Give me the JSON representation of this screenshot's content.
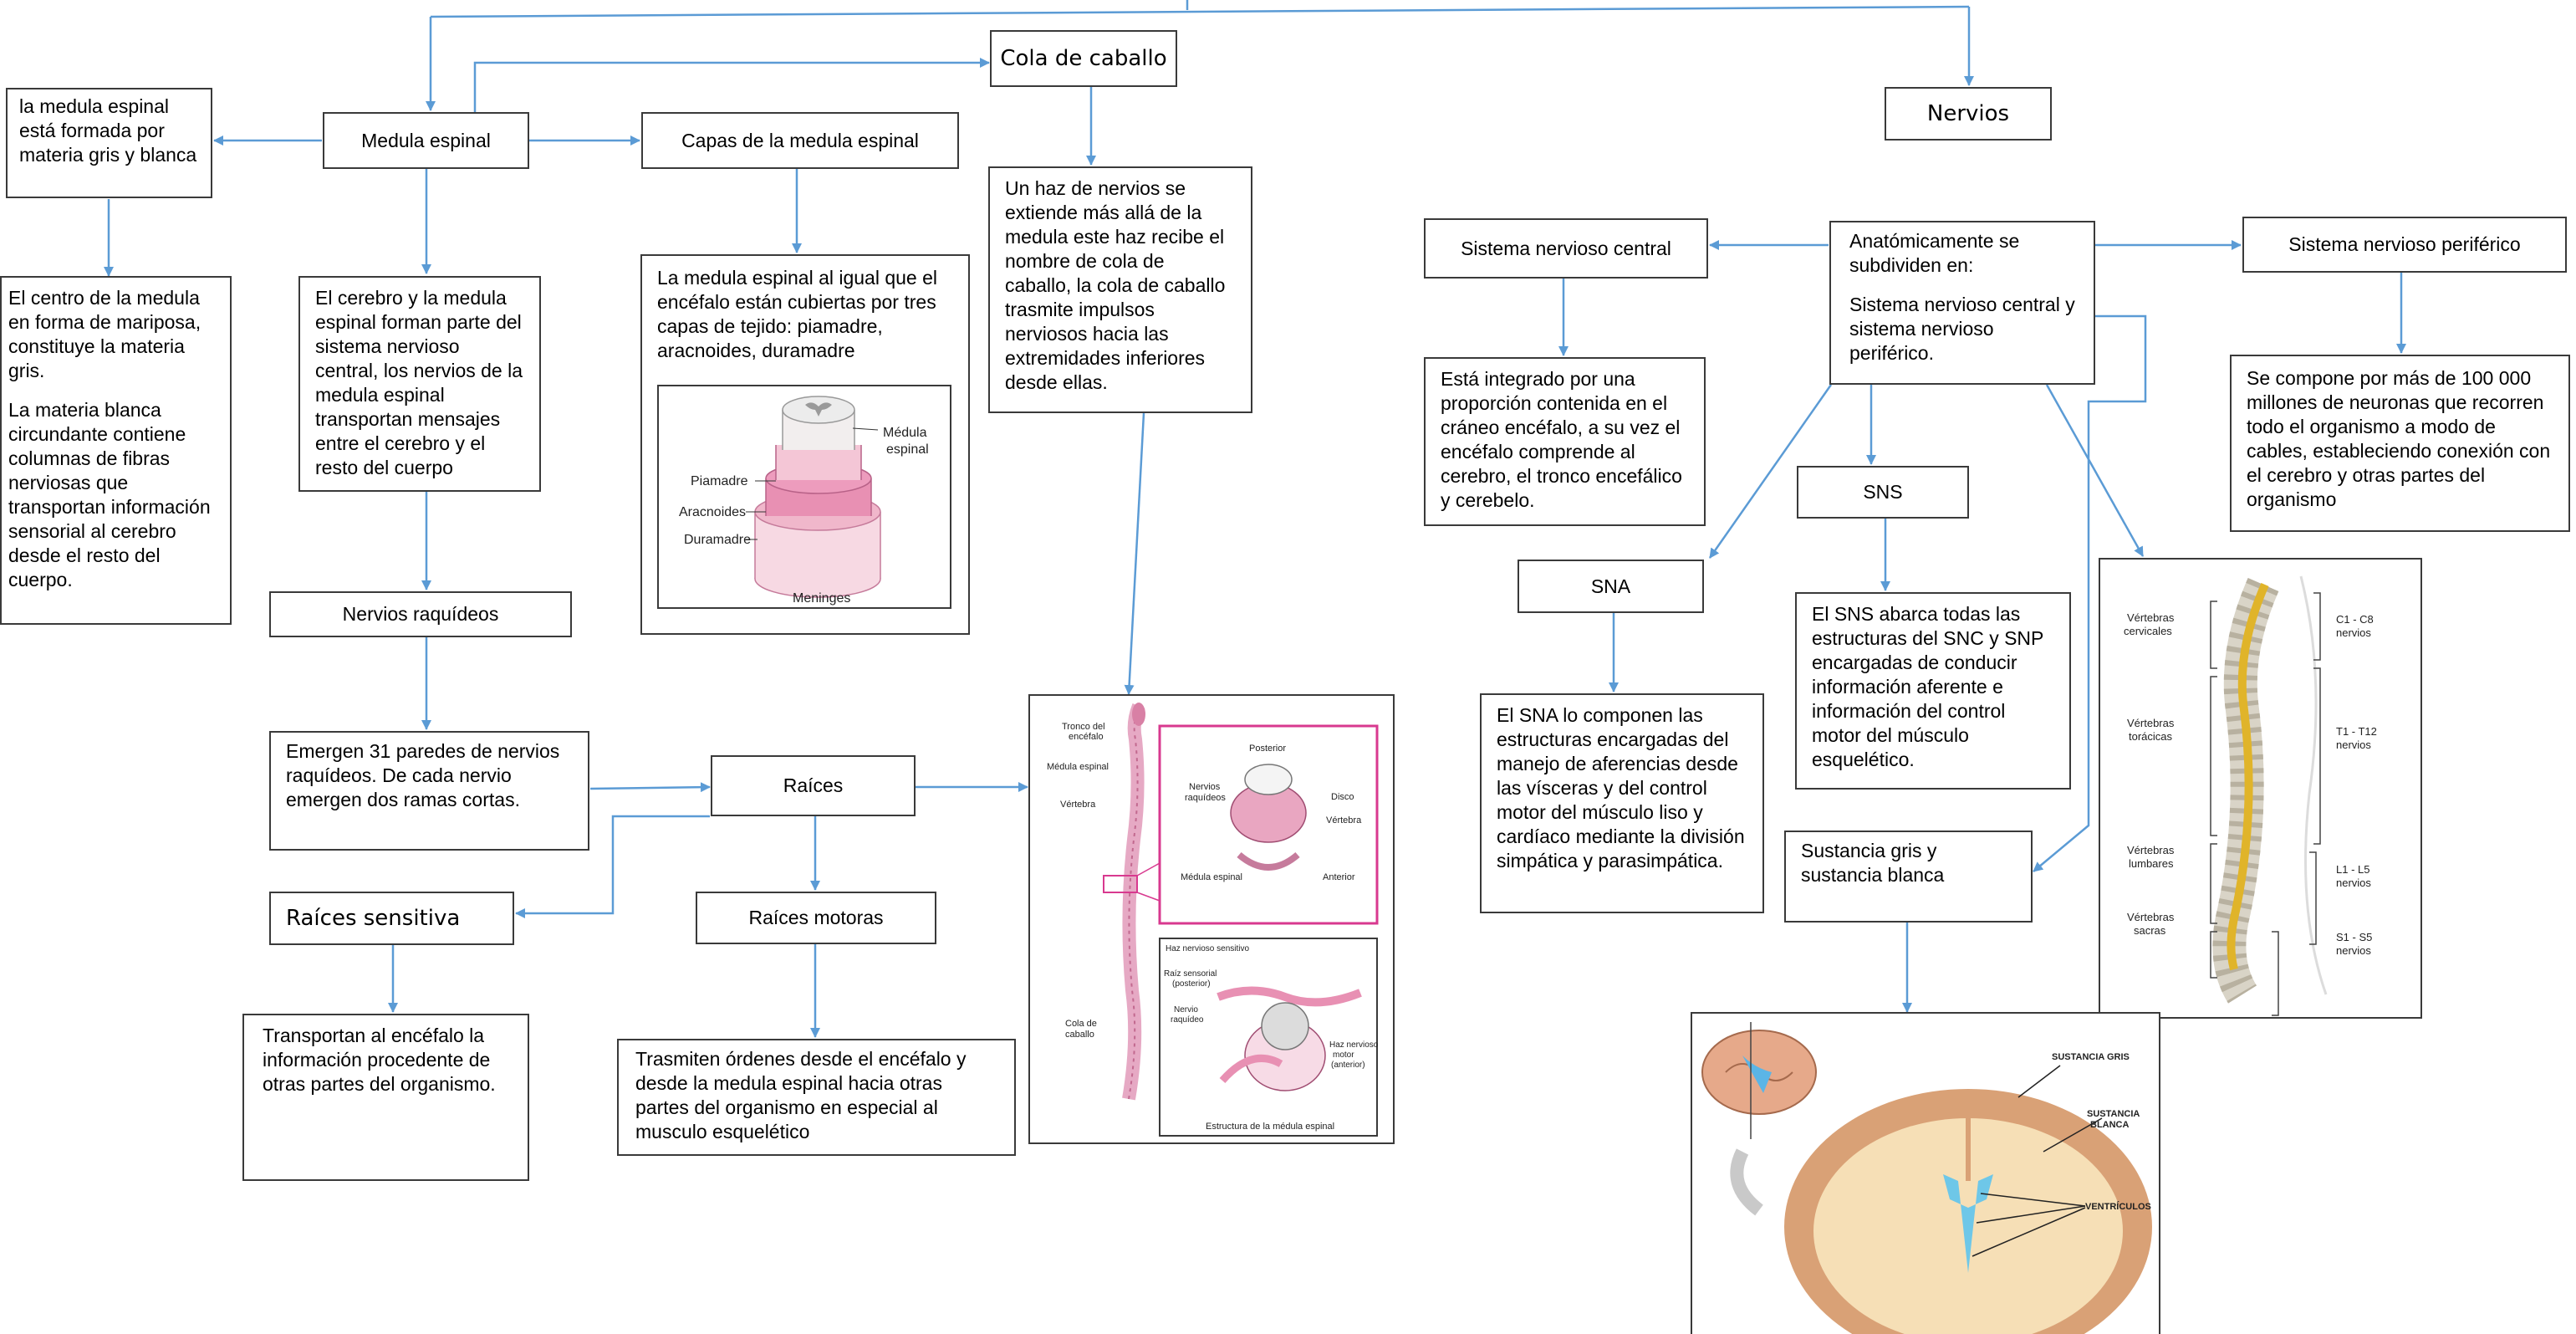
{
  "nodes": {
    "medula_desc": "la medula espinal está formada por materia gris y blanca",
    "medula_espinal": "Medula espinal",
    "capas": "Capas  de la medula espinal",
    "cola_caballo": "Cola de caballo",
    "nervios": "Nervios",
    "centro_p1": "El centro de la medula en forma de mariposa, constituye la materia gris.",
    "centro_p2": "La materia blanca circundante contiene columnas de fibras nerviosas  que transportan información  sensorial al cerebro desde el resto del cuerpo.",
    "cerebro_medula": "El cerebro y la medula espinal forman parte del sistema nervioso central, los nervios de la medula espinal transportan mensajes entre el  cerebro y el resto del cuerpo",
    "capas_desc": "La medula espinal al igual que el encéfalo están cubiertas por tres capas de tejido: piamadre, aracnoides, duramadre",
    "cola_desc": "Un haz de nervios se extiende más allá de la medula este haz recibe el nombre de cola de caballo, la cola de caballo trasmite impulsos nerviosos hacia las extremidades inferiores desde ellas.",
    "nervios_raquideos": "Nervios raquídeos",
    "emergen": "Emergen 31 paredes de nervios raquídeos. De cada nervio emergen dos ramas cortas.",
    "raices": "Raíces",
    "raices_sensitiva": "Raíces sensitiva",
    "raices_motoras": "Raíces motoras",
    "transportan": "Transportan al encéfalo la información procedente de otras partes del organismo.",
    "trasmiten": "Trasmiten órdenes desde el encéfalo y desde la medula espinal hacia otras partes del organismo en especial al musculo esquelético",
    "snc": "Sistema nervioso central",
    "anat_p1": "Anatómicamente se subdividen en:",
    "anat_p2": "Sistema nervioso central y sistema nervioso periférico.",
    "snp": "Sistema nervioso periférico",
    "snc_desc": "Está integrado por una proporción contenida en el cráneo encéfalo, a su vez el encéfalo comprende al cerebro, el tronco encefálico y cerebelo.",
    "sns": "SNS",
    "sna": "SNA",
    "sns_desc": "El SNS abarca todas las estructuras del SNC y SNP encargadas de conducir información aferente e información del control motor del músculo esquelético.",
    "sna_desc": "El SNA lo componen las estructuras encargadas del manejo de aferencias desde las vísceras y del control motor del músculo liso y cardíaco mediante la división simpática y parasimpática.",
    "snp_desc": "Se compone por más de 100 000 millones de neuronas que recorren todo el organismo a modo de cables, estableciendo conexión con el cerebro y otras partes del organismo",
    "sustancia": "Sustancia gris y sustancia blanca"
  },
  "fig_meninges": {
    "medula": "Médula",
    "espinal": "espinal",
    "piamadre": "Piamadre",
    "aracnoides": "Aracnoides",
    "duramadre": "Duramadre",
    "meninges": "Meninges"
  },
  "fig_spine": {
    "tronco1": "Tronco del",
    "tronco2": "encéfalo",
    "medula_espinal": "Médula espinal",
    "vertebra": "Vértebra",
    "cola1": "Cola de",
    "cola2": "caballo",
    "posterior": "Posterior",
    "nervios1": "Nervios",
    "nervios2": "raquídeos",
    "disco": "Disco",
    "vertebra2": "Vértebra",
    "medula_espinal2": "Médula espinal",
    "anterior": "Anterior",
    "haz_sensitivo": "Haz nervioso sensitivo",
    "raiz1": "Raíz sensorial",
    "raiz2": "(posterior)",
    "nervio1": "Nervio",
    "nervio2": "raquídeo",
    "haz_motor1": "Haz nervioso",
    "haz_motor2": "motor",
    "haz_motor3": "(anterior)",
    "caption": "Estructura de la médula espinal"
  },
  "fig_vertebrae": {
    "cerv1": "Vértebras",
    "cerv2": "cervicales",
    "tor1": "Vértebras",
    "tor2": "torácicas",
    "lum1": "Vértebras",
    "lum2": "lumbares",
    "sac1": "Vértebras",
    "sac2": "sacras",
    "c1": "C1 - C8",
    "c2": "nervios",
    "t1": "T1 - T12",
    "t2": "nervios",
    "l1": "L1 - L5",
    "l2": "nervios",
    "s1": "S1 - S5",
    "s2": "nervios"
  },
  "fig_brain": {
    "gris": "SUSTANCIA GRIS",
    "blanca1": "SUSTANCIA",
    "blanca2": "BLANCA",
    "ventriculos": "VENTRÍCULOS"
  },
  "colors": {
    "connector": "#5b9bd5",
    "border": "#3a3a3a",
    "highlight": "#d8398f",
    "nerve": "#e0b42a"
  }
}
